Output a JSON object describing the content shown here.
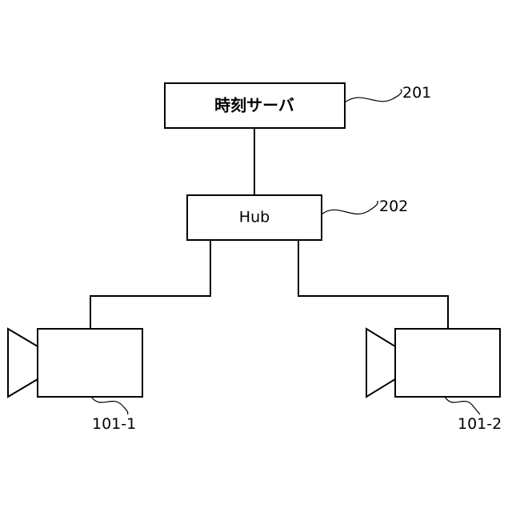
{
  "nodes": {
    "time_server": {
      "label": "時刻サーバ",
      "ref": "201"
    },
    "hub": {
      "label": "Hub",
      "ref": "202"
    },
    "camera_1": {
      "ref": "101-1"
    },
    "camera_2": {
      "ref": "101-2"
    }
  },
  "colors": {
    "stroke": "#000000",
    "background": "#ffffff"
  }
}
